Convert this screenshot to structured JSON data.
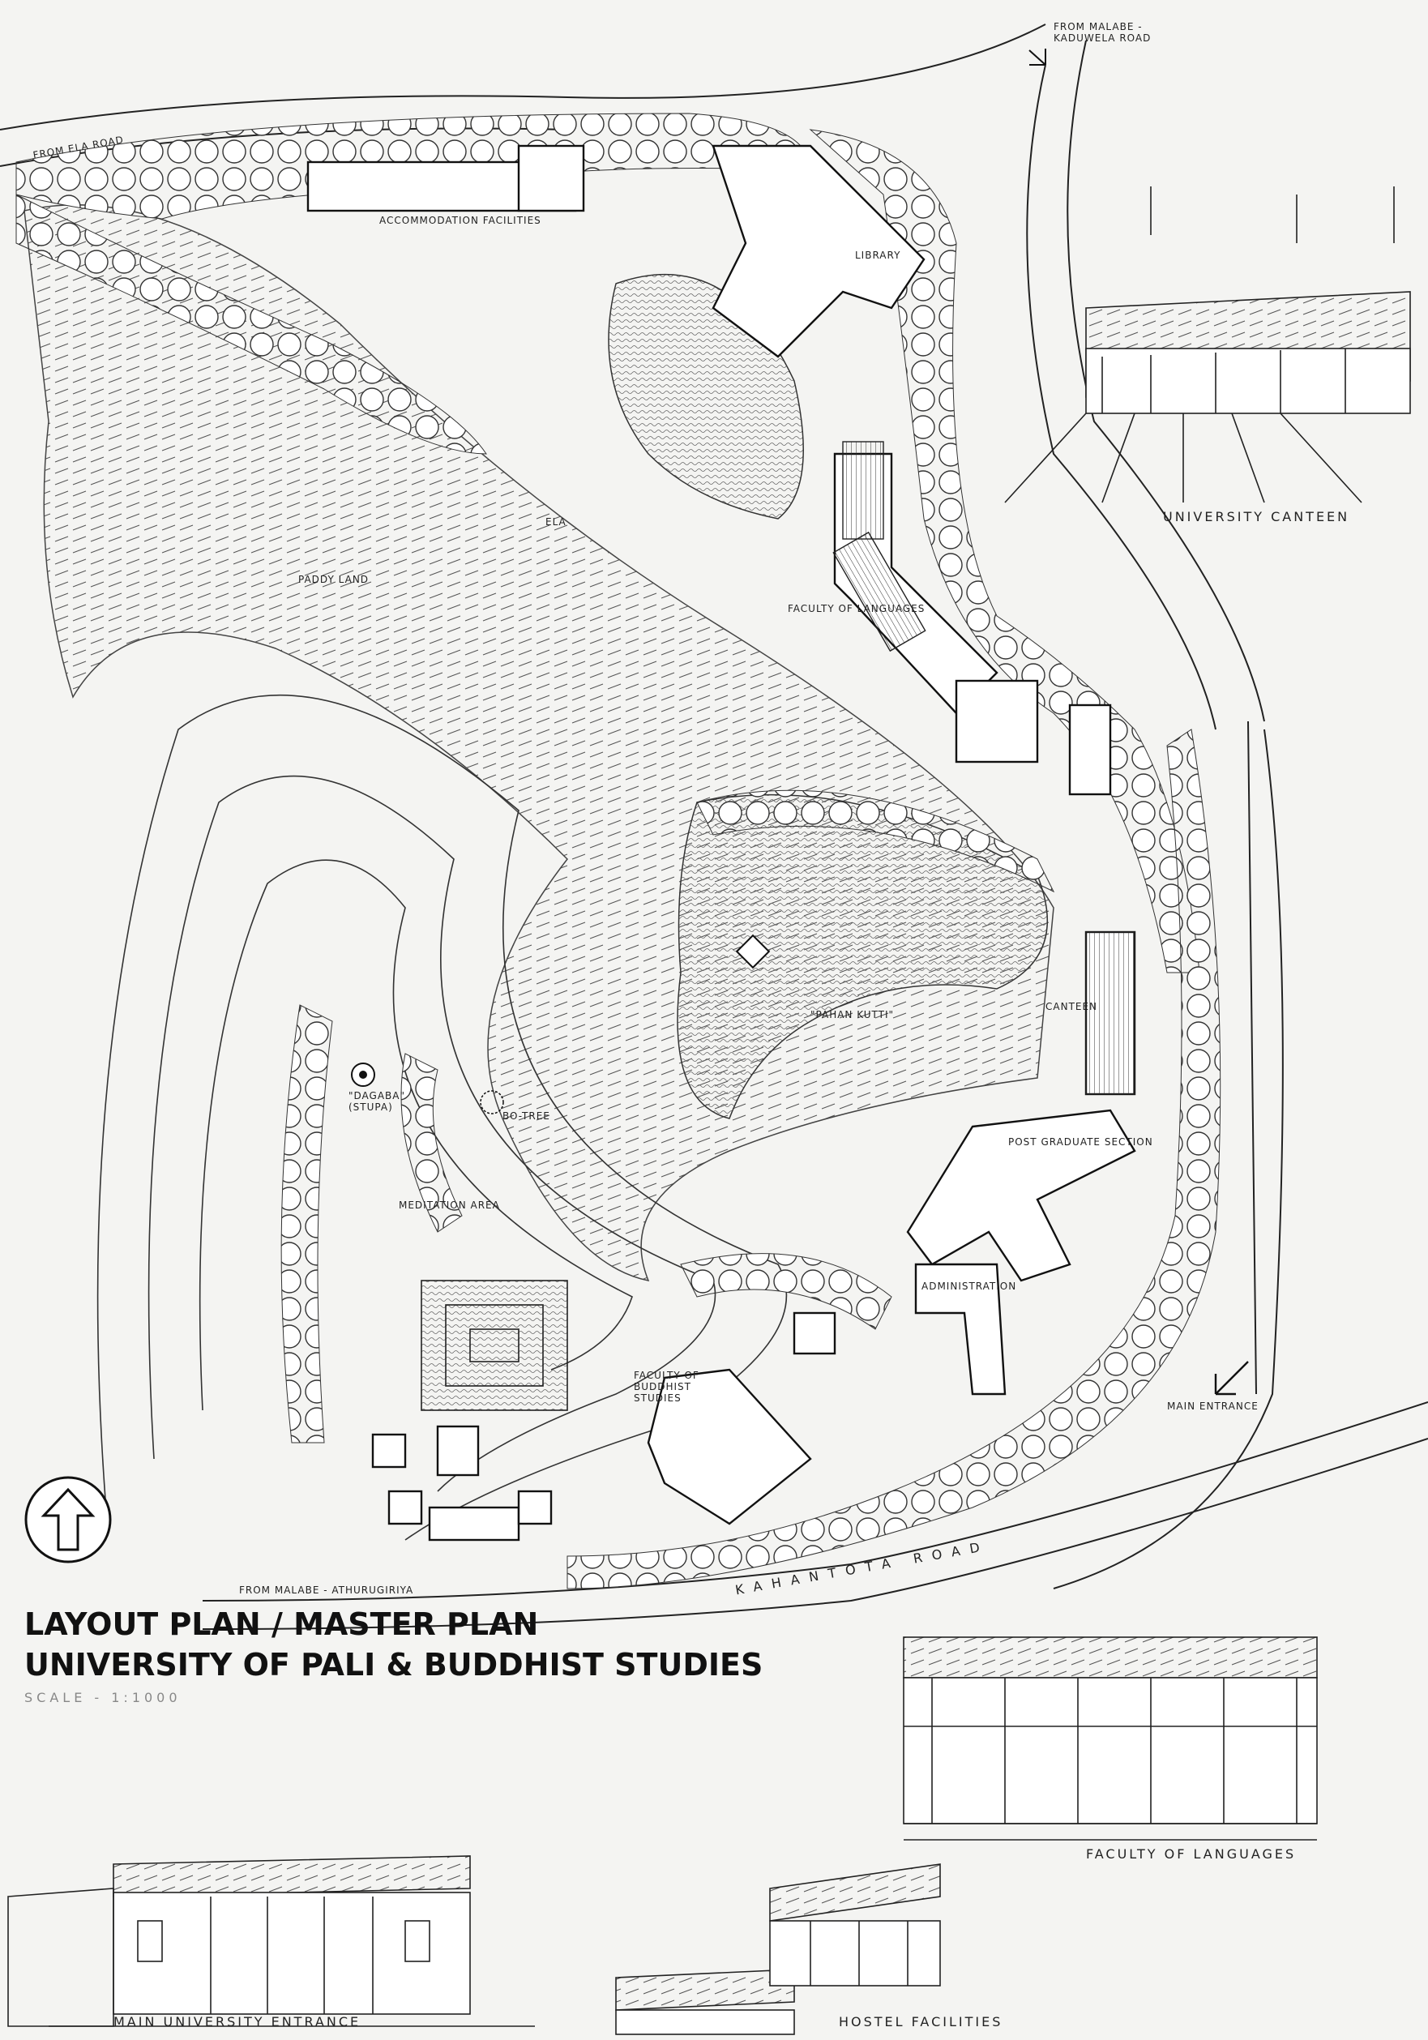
{
  "title": {
    "line1": "LAYOUT PLAN / MASTER PLAN",
    "line2": "UNIVERSITY OF PALI & BUDDHIST STUDIES",
    "scale": "SCALE - 1:1000"
  },
  "roads": {
    "ela_road": "FROM ELA ROAD",
    "malabe_kaduwela": "FROM MALABE - KADUWELA ROAD",
    "malabe_athurugiriya": "FROM MALABE - ATHURUGIRIYA",
    "kahantota": "KAHANTOTA ROAD"
  },
  "plan_labels": {
    "accommodation": "ACCOMMODATION FACILITIES",
    "library": "LIBRARY",
    "faculty_languages": "FACULTY OF LANGUAGES",
    "paddy": "PADDY LAND",
    "ela": "ELA",
    "pahan_kutti": "\"PAHAN KUTTI\"",
    "canteen": "CANTEEN",
    "dagaba": "\"DAGABA\" (STUPA)",
    "bo_tree": "BO-TREE",
    "meditation": "MEDITATION AREA",
    "post_graduate": "POST GRADUATE SECTION",
    "administration": "ADMINISTRATION",
    "faculty_buddhist": "FACULTY OF BUDDHIST STUDIES",
    "main_entrance": "MAIN ENTRANCE"
  },
  "sketches": {
    "canteen": "UNIVERSITY CANTEEN",
    "languages": "FACULTY OF LANGUAGES",
    "entrance": "MAIN UNIVERSITY ENTRANCE",
    "hostel": "HOSTEL FACILITIES"
  },
  "colors": {
    "ink": "#222222",
    "paper": "#f4f4f2"
  },
  "icons": {
    "north": "north-arrow-icon"
  }
}
